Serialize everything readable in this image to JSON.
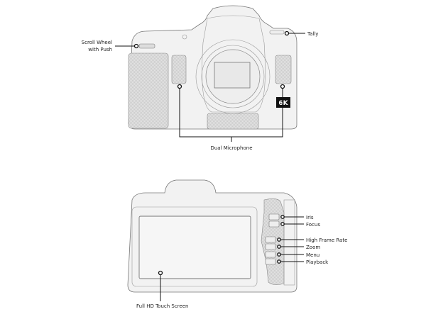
{
  "front_view": {
    "callouts": {
      "scroll_wheel_line1": "Scroll Wheel",
      "scroll_wheel_line2": "with Push",
      "tally": "Tally",
      "dual_microphone": "Dual Microphone"
    },
    "badge": "6K"
  },
  "rear_view": {
    "callouts": {
      "iris": "Iris",
      "focus": "Focus",
      "high_frame_rate": "High Frame Rate",
      "zoom": "Zoom",
      "menu": "Menu",
      "playback": "Playback",
      "touch_screen": "Full HD Touch Screen"
    }
  }
}
